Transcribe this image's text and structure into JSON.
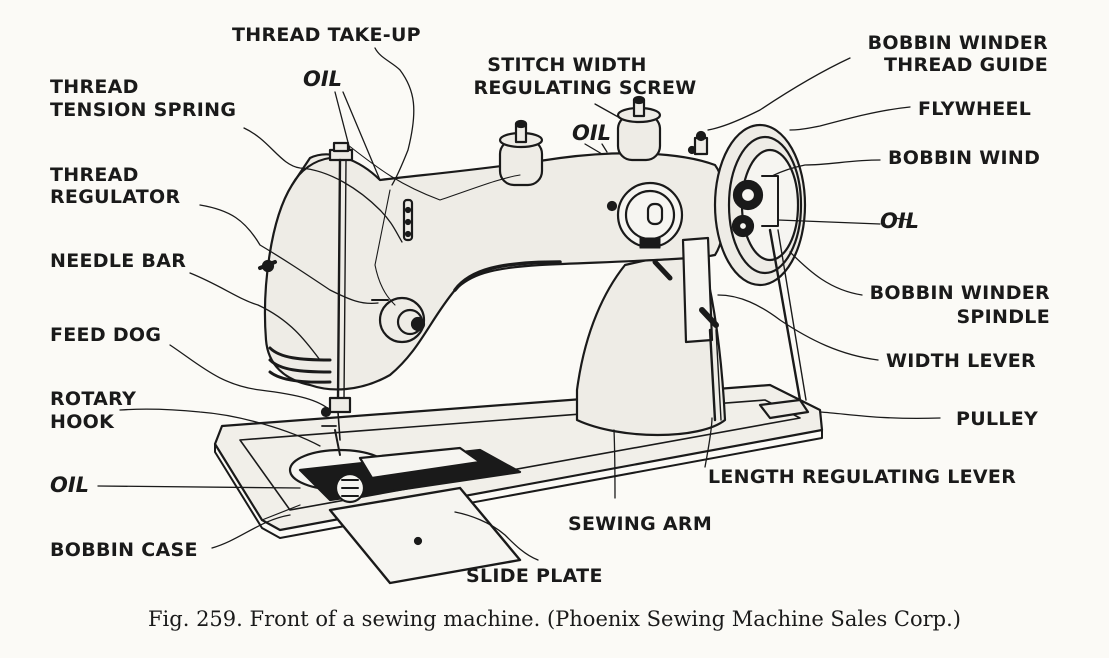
{
  "labels": {
    "thread_take_up": "THREAD TAKE-UP",
    "oil_take_up": "OIL",
    "thread_tension_spring_1": "THREAD",
    "thread_tension_spring_2": "TENSION SPRING",
    "stitch_width_screw_1": "STITCH WIDTH",
    "stitch_width_screw_2": "REGULATING SCREW",
    "oil_top": "OIL",
    "bobbin_winder_guide_1": "BOBBIN WINDER",
    "bobbin_winder_guide_2": "THREAD GUIDE",
    "flywheel": "FLYWHEEL",
    "bobbin_wind": "BOBBIN WIND",
    "oil_right": "OIL",
    "thread_regulator_1": "THREAD",
    "thread_regulator_2": "REGULATOR",
    "needle_bar": "NEEDLE BAR",
    "feed_dog": "FEED DOG",
    "rotary_hook_1": "ROTARY",
    "rotary_hook_2": "HOOK",
    "oil_left": "OIL",
    "bobbin_case": "BOBBIN CASE",
    "slide_plate": "SLIDE PLATE",
    "sewing_arm": "SEWING ARM",
    "bobbin_winder_spindle_1": "BOBBIN WINDER",
    "bobbin_winder_spindle_2": "SPINDLE",
    "width_lever": "WIDTH LEVER",
    "pulley": "PULLEY",
    "length_regulating_lever": "LENGTH REGULATING LEVER"
  },
  "caption": "Fig. 259. Front of a sewing machine. (Phoenix Sewing Machine Sales Corp.)",
  "colors": {
    "ink": "#1a1a1a",
    "paper": "#fbfaf6",
    "body_fill": "#eeece6"
  }
}
